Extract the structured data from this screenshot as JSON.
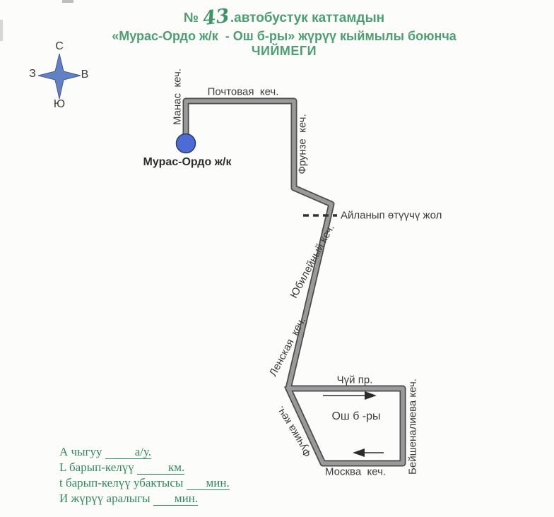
{
  "title": {
    "no_symbol": "№ ",
    "route_number": "43",
    "line1_rest": ".автобустук каттамдын",
    "line2": "«Мурас-Ордо ж/к  - Ош б-ры» жүрүү кыймылы боюнча",
    "line3": "ЧИЙМЕГИ"
  },
  "compass": {
    "north": "С",
    "east": "В",
    "south": "Ю",
    "west": "З"
  },
  "map": {
    "terminal_label": "Мурас-Ордо ж/к",
    "area_label": "Ош б -ры",
    "bypass_label": "Айланып өтүүчү жол",
    "streets": [
      {
        "label": "Манас  кеч."
      },
      {
        "label": "Почтовая  кеч."
      },
      {
        "label": "Фрунзе  кеч."
      },
      {
        "label": "Юбилейный кеч."
      },
      {
        "label": "Ленская  кеч."
      },
      {
        "label": "Чүй пр."
      },
      {
        "label": "Бейшеналиева кеч."
      },
      {
        "label": "Москва  кеч."
      },
      {
        "label": "Фучика кеч."
      }
    ]
  },
  "legend": {
    "lines": [
      {
        "text": "А чыгуу ",
        "unit": "а/у."
      },
      {
        "text": "L барып-келүү ",
        "unit": "км."
      },
      {
        "text": "t барып-келүү убактысы ",
        "unit": "мин."
      },
      {
        "text": "И жүрүү аралыгы ",
        "unit": "мин."
      }
    ]
  },
  "colors": {
    "title_green": "#4e9e73",
    "legend_green": "#318a60",
    "route_fill": "#9a9a9a",
    "route_outline": "#4c4c4c",
    "marker_blue": "#4a6cd4",
    "compass_blue": "#6181c4",
    "label_dark": "#3c3c3c"
  }
}
